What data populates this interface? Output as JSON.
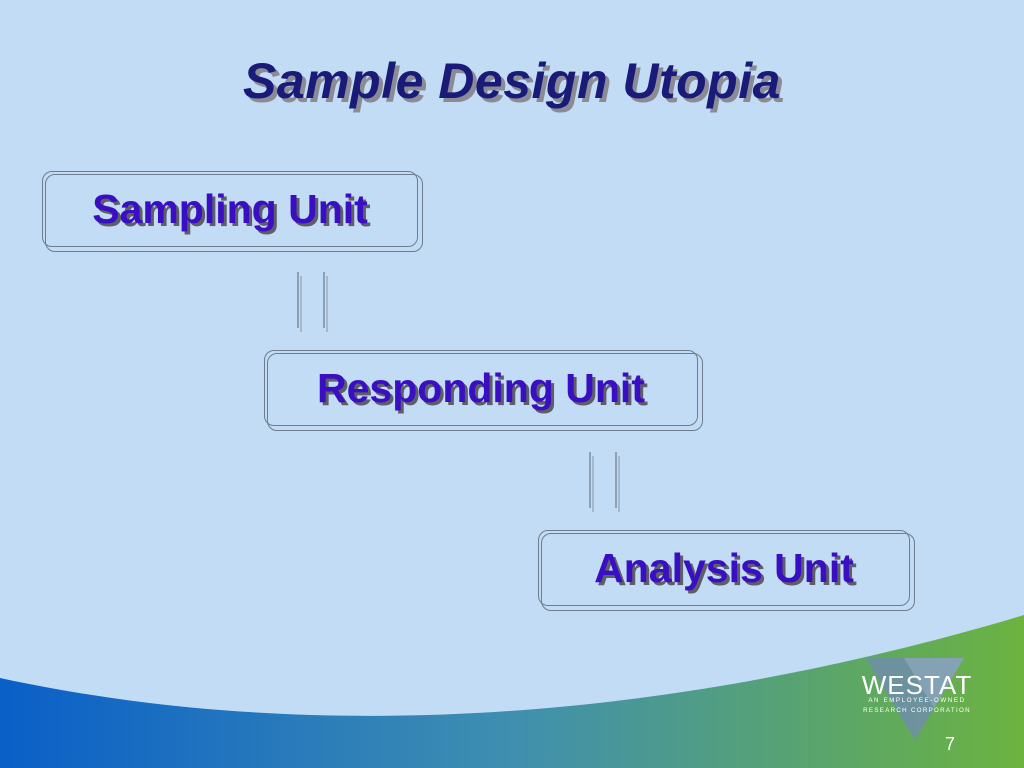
{
  "slide": {
    "title": "Sample Design Utopia",
    "page_number": "7"
  },
  "units": [
    {
      "label": "Sampling Unit"
    },
    {
      "label": "Responding Unit"
    },
    {
      "label": "Analysis Unit"
    }
  ],
  "logo": {
    "brand": "WESTAT",
    "tagline_line1": "AN EMPLOYEE-OWNED",
    "tagline_line2": "RESEARCH CORPORATION"
  },
  "colors": {
    "background": "#c2dcf6",
    "title_text": "#1a1a78",
    "unit_text": "#3a0ec2",
    "wave_blue": "#0a5fc8",
    "wave_green": "#6cb33f"
  }
}
